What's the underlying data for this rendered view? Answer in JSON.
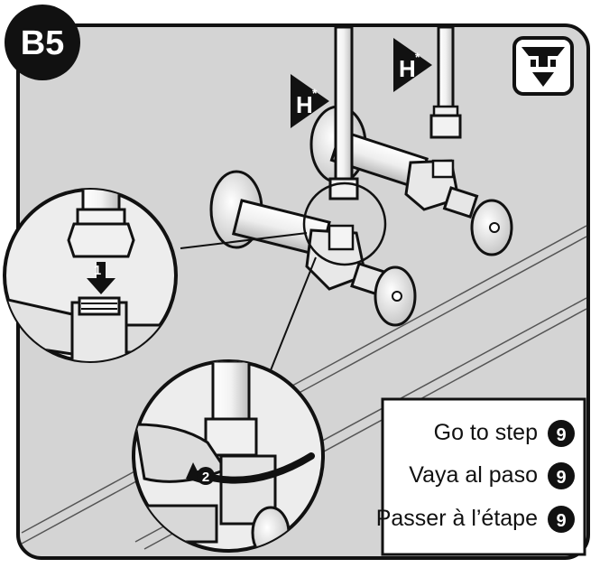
{
  "step_badge": "B5",
  "hot_marker": {
    "letter": "H",
    "asterisk": "*"
  },
  "callouts": {
    "one": "1",
    "two": "2"
  },
  "goto_box": {
    "lines": [
      {
        "text": "Go to step",
        "step": "9"
      },
      {
        "text": "Vaya al paso",
        "step": "9"
      },
      {
        "text": "Passer à l’étape",
        "step": "9"
      }
    ]
  },
  "icons": [
    "faucet-underside-icon",
    "wrench-icon",
    "shutoff-valve-icon",
    "supply-line-icon"
  ],
  "colors": {
    "panel": "#d4d4d4",
    "ink": "#111111",
    "paper": "#ffffff",
    "metal": "#e8e8e8"
  }
}
